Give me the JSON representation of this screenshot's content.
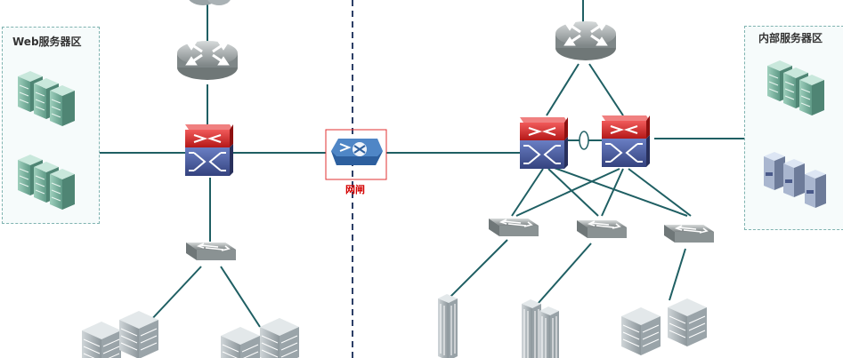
{
  "zones": {
    "web": {
      "label": "Web服务器区"
    },
    "internal": {
      "label": "内部服务器区"
    }
  },
  "gateway": {
    "label": "网闸"
  },
  "colors": {
    "link": "#1f5f63",
    "divider": "#2c3e66",
    "gateway_frame": "#e03030",
    "zone_border": "#7fb3b0"
  },
  "icons": [
    "cloud-icon",
    "router-icon",
    "core-switch-icon",
    "access-switch-icon",
    "gateway-icon",
    "server-rack-icon",
    "building-icon"
  ]
}
